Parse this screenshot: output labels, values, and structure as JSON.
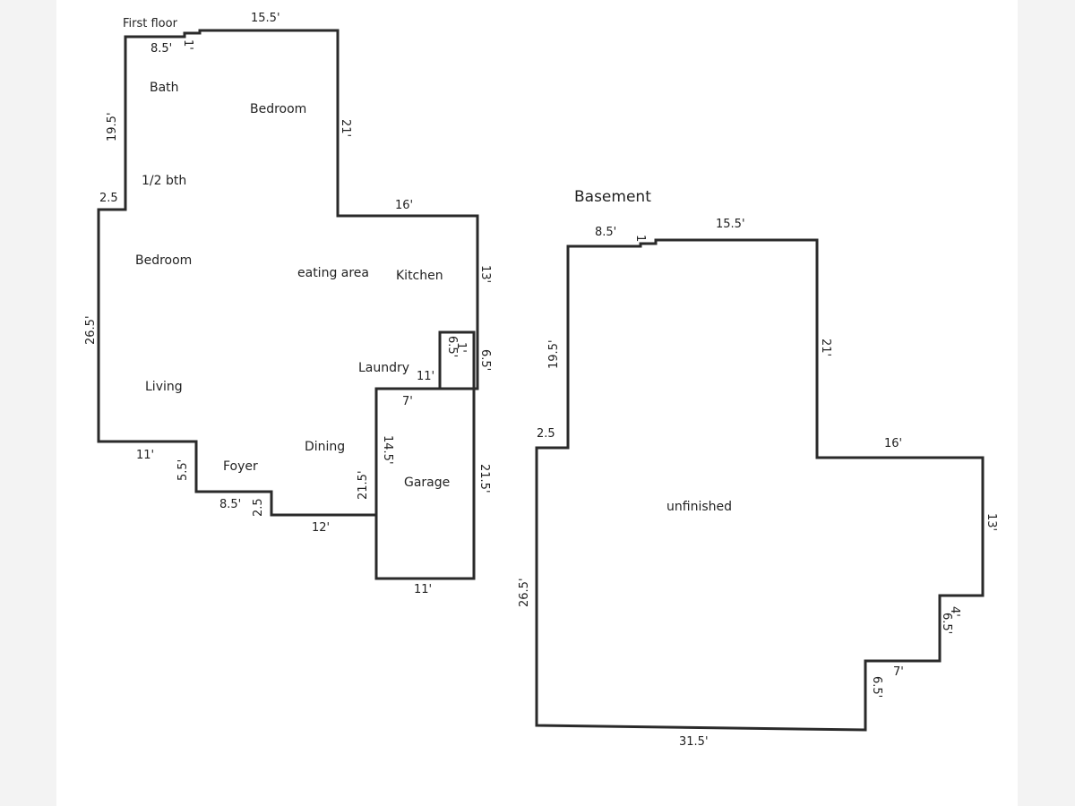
{
  "floors": {
    "first_floor": {
      "title": "First floor",
      "rooms": {
        "bath": "Bath",
        "bedroom_top": "Bedroom",
        "half_bath": "1/2 bth",
        "bedroom_mid": "Bedroom",
        "eating_area": "eating area",
        "kitchen": "Kitchen",
        "laundry": "Laundry",
        "living": "Living",
        "dining": "Dining",
        "foyer": "Foyer",
        "garage": "Garage"
      },
      "dimensions": {
        "top_left": "8.5'",
        "top_notch": "1'",
        "top_right": "15.5'",
        "right_upper": "21'",
        "left_upper": "19.5'",
        "jog_left": "2.5",
        "middle_top": "16'",
        "right_middle": "13'",
        "closet_left": "6.5'",
        "closet_top": "1'",
        "right_lower": "6.5'",
        "laundry_width": "11'",
        "garage_top": "7'",
        "left_main": "26.5'",
        "bottom_left": "11'",
        "foyer_step": "5.5'",
        "foyer_bottom": "8.5'",
        "foyer_small": "2.5",
        "dining_bottom": "12'",
        "garage_left_outer": "21.5'",
        "garage_left_inner": "14.5'",
        "garage_right": "21.5'",
        "garage_bottom": "11'"
      }
    },
    "basement": {
      "title": "Basement",
      "rooms": {
        "unfinished": "unfinished"
      },
      "dimensions": {
        "top_left": "8.5'",
        "top_notch": "1'",
        "top_right": "15.5'",
        "left_upper": "19.5'",
        "right_upper": "21'",
        "jog_left": "2.5",
        "middle_top": "16'",
        "right_middle": "13'",
        "step_side": "4'",
        "step_side_2": "6.5'",
        "step_top": "7'",
        "step_lower": "6.5'",
        "left_main": "26.5'",
        "bottom": "31.5'"
      }
    }
  }
}
